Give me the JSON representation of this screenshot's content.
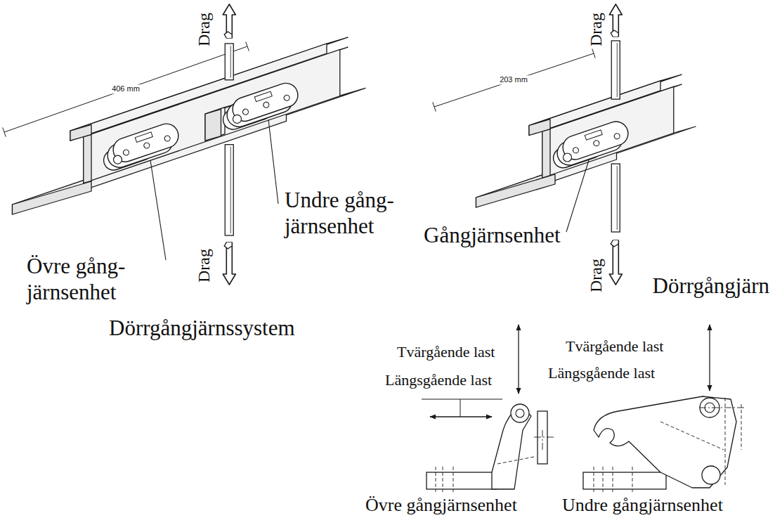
{
  "diagram": {
    "labels": [
      "Drag",
      "406 mm",
      "Undre gång- järnsenhet",
      "Drag",
      "Övre gång- järnsenhet",
      "Dörrgångjärnssystem",
      "Drag",
      "203 mm",
      "Gångjärnsenhet",
      "Drag",
      "Dörrgångjärn",
      "Tvärgående last",
      "Längsgående last",
      "Tvärgående last",
      "Längsgående last",
      "Övre gångjärnsenhet",
      "Undre gångjärnsenhet"
    ]
  }
}
